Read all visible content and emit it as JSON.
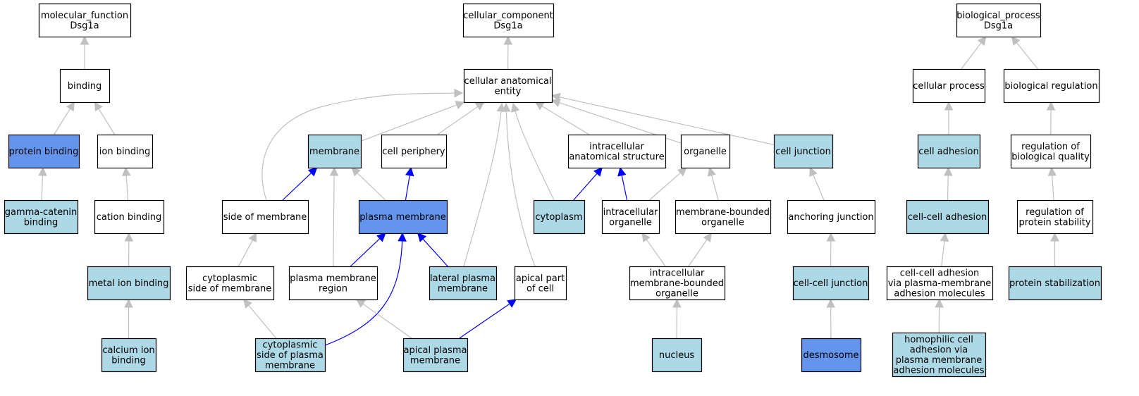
{
  "colors": {
    "white": "#ffffff",
    "light": "#add8e6",
    "dark": "#6495ed",
    "edge_gray": "#c0c0c0",
    "edge_blue": "#0000ff"
  },
  "nodes": [
    {
      "id": "mf_root",
      "lines": [
        "molecular_function",
        "Dsg1a"
      ],
      "fill": "white"
    },
    {
      "id": "cc_root",
      "lines": [
        "cellular_component",
        "Dsg1a"
      ],
      "fill": "white"
    },
    {
      "id": "bp_root",
      "lines": [
        "biological_process",
        "Dsg1a"
      ],
      "fill": "white"
    },
    {
      "id": "binding",
      "lines": [
        "binding"
      ],
      "fill": "white"
    },
    {
      "id": "cae",
      "lines": [
        "cellular anatomical",
        "entity"
      ],
      "fill": "white"
    },
    {
      "id": "cellular_process",
      "lines": [
        "cellular process"
      ],
      "fill": "white"
    },
    {
      "id": "bio_reg",
      "lines": [
        "biological regulation"
      ],
      "fill": "white"
    },
    {
      "id": "protein_binding",
      "lines": [
        "protein binding"
      ],
      "fill": "dark"
    },
    {
      "id": "ion_binding",
      "lines": [
        "ion binding"
      ],
      "fill": "white"
    },
    {
      "id": "membrane",
      "lines": [
        "membrane"
      ],
      "fill": "light"
    },
    {
      "id": "cell_periphery",
      "lines": [
        "cell periphery"
      ],
      "fill": "white"
    },
    {
      "id": "ias",
      "lines": [
        "intracellular",
        "anatomical structure"
      ],
      "fill": "white"
    },
    {
      "id": "organelle",
      "lines": [
        "organelle"
      ],
      "fill": "white"
    },
    {
      "id": "cell_junction",
      "lines": [
        "cell junction"
      ],
      "fill": "light"
    },
    {
      "id": "cell_adhesion",
      "lines": [
        "cell adhesion"
      ],
      "fill": "light"
    },
    {
      "id": "reg_bq",
      "lines": [
        "regulation of",
        "biological quality"
      ],
      "fill": "white"
    },
    {
      "id": "gamma_catenin",
      "lines": [
        "gamma-catenin",
        "binding"
      ],
      "fill": "light"
    },
    {
      "id": "cation_binding",
      "lines": [
        "cation binding"
      ],
      "fill": "white"
    },
    {
      "id": "side_membrane",
      "lines": [
        "side of membrane"
      ],
      "fill": "white"
    },
    {
      "id": "plasma_membrane",
      "lines": [
        "plasma membrane"
      ],
      "fill": "dark"
    },
    {
      "id": "cytoplasm",
      "lines": [
        "cytoplasm"
      ],
      "fill": "light"
    },
    {
      "id": "intra_org",
      "lines": [
        "intracellular",
        "organelle"
      ],
      "fill": "white"
    },
    {
      "id": "mbo",
      "lines": [
        "membrane-bounded",
        "organelle"
      ],
      "fill": "white"
    },
    {
      "id": "anchoring_junction",
      "lines": [
        "anchoring junction"
      ],
      "fill": "white"
    },
    {
      "id": "cc_adhesion",
      "lines": [
        "cell-cell adhesion"
      ],
      "fill": "light"
    },
    {
      "id": "reg_ps",
      "lines": [
        "regulation of",
        "protein stability"
      ],
      "fill": "white"
    },
    {
      "id": "metal_ion",
      "lines": [
        "metal ion binding"
      ],
      "fill": "light"
    },
    {
      "id": "cyto_side",
      "lines": [
        "cytoplasmic",
        "side of membrane"
      ],
      "fill": "white"
    },
    {
      "id": "pm_region",
      "lines": [
        "plasma membrane",
        "region"
      ],
      "fill": "white"
    },
    {
      "id": "lateral_pm",
      "lines": [
        "lateral plasma",
        "membrane"
      ],
      "fill": "light"
    },
    {
      "id": "apical_part",
      "lines": [
        "apical part",
        "of cell"
      ],
      "fill": "white"
    },
    {
      "id": "imbo",
      "lines": [
        "intracellular",
        "membrane-bounded",
        "organelle"
      ],
      "fill": "white"
    },
    {
      "id": "cc_junction",
      "lines": [
        "cell-cell junction"
      ],
      "fill": "light"
    },
    {
      "id": "cca_pm",
      "lines": [
        "cell-cell adhesion",
        "via plasma-membrane",
        "adhesion molecules"
      ],
      "fill": "white"
    },
    {
      "id": "protein_stab",
      "lines": [
        "protein stabilization"
      ],
      "fill": "light"
    },
    {
      "id": "calcium_ion",
      "lines": [
        "calcium ion",
        "binding"
      ],
      "fill": "light"
    },
    {
      "id": "cyto_side_pm",
      "lines": [
        "cytoplasmic",
        "side of plasma",
        "membrane"
      ],
      "fill": "light"
    },
    {
      "id": "apical_pm",
      "lines": [
        "apical plasma",
        "membrane"
      ],
      "fill": "light"
    },
    {
      "id": "nucleus",
      "lines": [
        "nucleus"
      ],
      "fill": "light"
    },
    {
      "id": "desmosome",
      "lines": [
        "desmosome"
      ],
      "fill": "dark"
    },
    {
      "id": "homophilic",
      "lines": [
        "homophilic cell",
        "adhesion via",
        "plasma membrane",
        "adhesion molecules"
      ],
      "fill": "light"
    }
  ],
  "edges": [
    {
      "from": "binding",
      "to": "mf_root",
      "color": "gray"
    },
    {
      "from": "protein_binding",
      "to": "binding",
      "color": "gray"
    },
    {
      "from": "ion_binding",
      "to": "binding",
      "color": "gray"
    },
    {
      "from": "gamma_catenin",
      "to": "protein_binding",
      "color": "gray"
    },
    {
      "from": "cation_binding",
      "to": "ion_binding",
      "color": "gray"
    },
    {
      "from": "metal_ion",
      "to": "cation_binding",
      "color": "gray"
    },
    {
      "from": "calcium_ion",
      "to": "metal_ion",
      "color": "gray"
    },
    {
      "from": "cae",
      "to": "cc_root",
      "color": "gray"
    },
    {
      "from": "side_membrane",
      "to": "cae",
      "color": "gray"
    },
    {
      "from": "membrane",
      "to": "cae",
      "color": "gray"
    },
    {
      "from": "cell_periphery",
      "to": "cae",
      "color": "gray"
    },
    {
      "from": "lateral_pm",
      "to": "cae",
      "color": "gray"
    },
    {
      "from": "apical_part",
      "to": "cae",
      "color": "gray"
    },
    {
      "from": "cytoplasm",
      "to": "cae",
      "color": "gray"
    },
    {
      "from": "ias",
      "to": "cae",
      "color": "gray"
    },
    {
      "from": "organelle",
      "to": "cae",
      "color": "gray"
    },
    {
      "from": "cell_junction",
      "to": "cae",
      "color": "gray"
    },
    {
      "from": "side_membrane",
      "to": "membrane",
      "color": "blue"
    },
    {
      "from": "plasma_membrane",
      "to": "membrane",
      "color": "gray"
    },
    {
      "from": "pm_region",
      "to": "membrane",
      "color": "gray"
    },
    {
      "from": "plasma_membrane",
      "to": "cell_periphery",
      "color": "blue"
    },
    {
      "from": "cytoplasm",
      "to": "ias",
      "color": "blue"
    },
    {
      "from": "intra_org",
      "to": "ias",
      "color": "blue"
    },
    {
      "from": "intra_org",
      "to": "organelle",
      "color": "gray"
    },
    {
      "from": "mbo",
      "to": "organelle",
      "color": "gray"
    },
    {
      "from": "anchoring_junction",
      "to": "cell_junction",
      "color": "gray"
    },
    {
      "from": "cyto_side",
      "to": "side_membrane",
      "color": "gray"
    },
    {
      "from": "pm_region",
      "to": "plasma_membrane",
      "color": "blue"
    },
    {
      "from": "lateral_pm",
      "to": "plasma_membrane",
      "color": "blue"
    },
    {
      "from": "cyto_side_pm",
      "to": "plasma_membrane",
      "color": "blue"
    },
    {
      "from": "cyto_side_pm",
      "to": "cyto_side",
      "color": "gray"
    },
    {
      "from": "apical_pm",
      "to": "pm_region",
      "color": "gray"
    },
    {
      "from": "apical_pm",
      "to": "apical_part",
      "color": "blue"
    },
    {
      "from": "imbo",
      "to": "intra_org",
      "color": "gray"
    },
    {
      "from": "imbo",
      "to": "mbo",
      "color": "gray"
    },
    {
      "from": "nucleus",
      "to": "imbo",
      "color": "gray"
    },
    {
      "from": "cc_junction",
      "to": "anchoring_junction",
      "color": "gray"
    },
    {
      "from": "desmosome",
      "to": "cc_junction",
      "color": "gray"
    },
    {
      "from": "cellular_process",
      "to": "bp_root",
      "color": "gray"
    },
    {
      "from": "bio_reg",
      "to": "bp_root",
      "color": "gray"
    },
    {
      "from": "cell_adhesion",
      "to": "cellular_process",
      "color": "gray"
    },
    {
      "from": "cc_adhesion",
      "to": "cell_adhesion",
      "color": "gray"
    },
    {
      "from": "cca_pm",
      "to": "cc_adhesion",
      "color": "gray"
    },
    {
      "from": "homophilic",
      "to": "cca_pm",
      "color": "gray"
    },
    {
      "from": "reg_bq",
      "to": "bio_reg",
      "color": "gray"
    },
    {
      "from": "reg_ps",
      "to": "reg_bq",
      "color": "gray"
    },
    {
      "from": "protein_stab",
      "to": "reg_ps",
      "color": "gray"
    }
  ]
}
